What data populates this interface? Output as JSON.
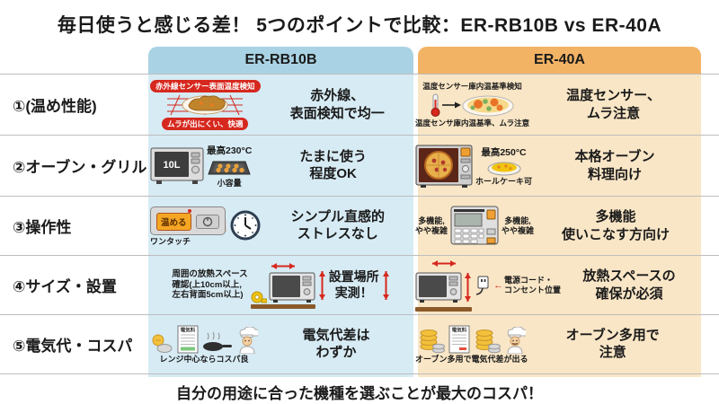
{
  "title": "毎日使うと感じる差！ 5つのポイントで比較：ER-RB10B vs ER-40A",
  "columns": {
    "left": "ER-RB10B",
    "right": "ER-40A"
  },
  "colors": {
    "left_header": "#a9d3e4",
    "left_body": "#d7ebf4",
    "right_header": "#f2b365",
    "right_body": "#f9e6c6",
    "accent_red": "#d6281e",
    "divider": "#bdbdbd",
    "text": "#1a1a1a"
  },
  "icons": {
    "pointing_hand": "☝",
    "arrow_left": "←"
  },
  "rows": [
    {
      "label": "①(温め性能)",
      "left": {
        "badge_top": "赤外線センサー表面温度検知",
        "badge_bottom": "ムラが出にくい、快適",
        "summary": "赤外線、\n表面検知で均一"
      },
      "right": {
        "caption_top": "温度センサー庫内温基準検知",
        "caption_bottom": "温度センサ庫内温基準、ムラ注意",
        "summary": "温度センサー、\nムラ注意"
      }
    },
    {
      "label": "②オーブン・グリル",
      "left": {
        "device_label": "10L",
        "temp": "最高230°C",
        "caption": "小容量",
        "summary": "たまに使う\n程度OK"
      },
      "right": {
        "temp": "最高250°C",
        "caption": "ホールケーキ可",
        "summary": "本格オーブン\n料理向け"
      }
    },
    {
      "label": "③操作性",
      "left": {
        "button_label": "温める",
        "caption": "ワンタッチ",
        "summary": "シンプル直感的\nストレスなし"
      },
      "right": {
        "note_left": "多機能,\nやや複雑",
        "note_right": "多機能,\nやや複雑",
        "summary": "多機能\n使いこなす方向け"
      }
    },
    {
      "label": "④サイズ・設置",
      "left": {
        "note": "周囲の放熱スペース\n確認(上10cm以上,\n左右背面5cm以上)",
        "summary": "設置場所\n実測！"
      },
      "right": {
        "plug_caption": "電源コード・\nコンセント位置",
        "summary": "放熱スペースの\n確保が必須"
      }
    },
    {
      "label": "⑤電気代・コスパ",
      "left": {
        "bill_label": "電気料",
        "caption": "レンジ中心ならコスパ良",
        "summary": "電気代差は\nわずか"
      },
      "right": {
        "bill_label": "電気料",
        "caption": "オーブン多用で電気代差が出る",
        "summary": "オーブン多用で\n注意"
      }
    }
  ],
  "footer": "自分の用途に合った機種を選ぶことが最大のコスパ！"
}
